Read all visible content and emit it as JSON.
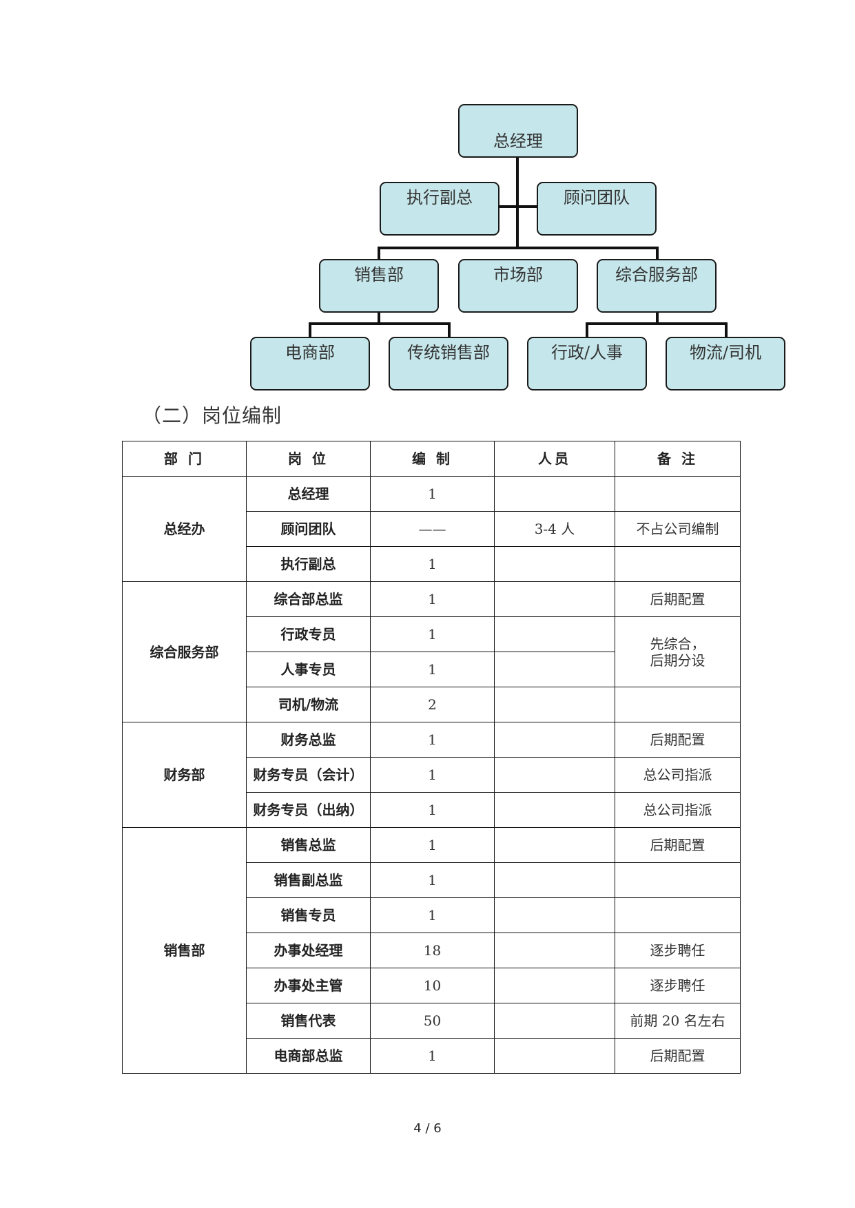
{
  "org_chart": {
    "root": "总经理",
    "level2": [
      "执行副总",
      "顾问团队"
    ],
    "level3": [
      "销售部",
      "市场部",
      "综合服务部"
    ],
    "level4": [
      "电商部",
      "传统销售部",
      "行政/人事",
      "物流/司机"
    ]
  },
  "section_title": "（二）岗位编制",
  "table": {
    "headers": [
      "部 门",
      "岗 位",
      "编 制",
      "人员",
      "备 注"
    ],
    "groups": [
      {
        "dept": "总经办",
        "rows": [
          {
            "post": "总经理",
            "num": "1",
            "people": "",
            "note": ""
          },
          {
            "post": "顾问团队",
            "num": "——",
            "people": "3-4 人",
            "note": "不占公司编制"
          },
          {
            "post": "执行副总",
            "num": "1",
            "people": "",
            "note": ""
          }
        ]
      },
      {
        "dept": "综合服务部",
        "rows": [
          {
            "post": "综合部总监",
            "num": "1",
            "people": "",
            "note": "后期配置"
          },
          {
            "post": "行政专员",
            "num": "1",
            "people": "",
            "note": "先综合，"
          },
          {
            "post": "人事专员",
            "num": "1",
            "people": "",
            "note": "后期分设"
          },
          {
            "post": "司机/物流",
            "num": "2",
            "people": "",
            "note": ""
          }
        ]
      },
      {
        "dept": "财务部",
        "rows": [
          {
            "post": "财务总监",
            "num": "1",
            "people": "",
            "note": "后期配置"
          },
          {
            "post": "财务专员（会计）",
            "num": "1",
            "people": "",
            "note": "总公司指派"
          },
          {
            "post": "财务专员（出纳）",
            "num": "1",
            "people": "",
            "note": "总公司指派"
          }
        ]
      },
      {
        "dept": "销售部",
        "rows": [
          {
            "post": "销售总监",
            "num": "1",
            "people": "",
            "note": "后期配置"
          },
          {
            "post": "销售副总监",
            "num": "1",
            "people": "",
            "note": ""
          },
          {
            "post": "销售专员",
            "num": "1",
            "people": "",
            "note": ""
          },
          {
            "post": "办事处经理",
            "num": "18",
            "people": "",
            "note": "逐步聘任"
          },
          {
            "post": "办事处主管",
            "num": "10",
            "people": "",
            "note": "逐步聘任"
          },
          {
            "post": "销售代表",
            "num": "50",
            "people": "",
            "note": "前期 20 名左右"
          },
          {
            "post": "电商部总监",
            "num": "1",
            "people": "",
            "note": "后期配置"
          }
        ]
      }
    ]
  },
  "footer": {
    "page_indicator": "4 / 6"
  }
}
